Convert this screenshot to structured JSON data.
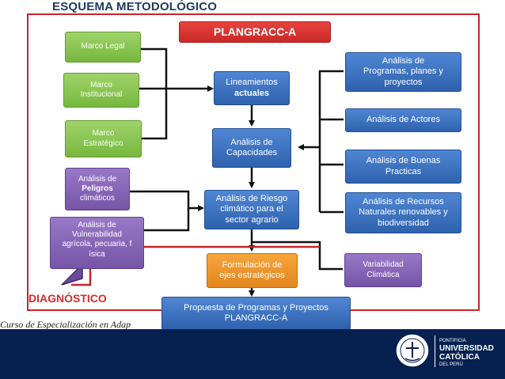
{
  "header": {
    "title": "ESQUEMA METODOLÓGICO"
  },
  "main_box": {
    "label": "PLANGRACC-A"
  },
  "left_boxes": {
    "marco_legal": "Marco Legal",
    "marco_institucional": "Marco\nInstitucional",
    "marco_estrategico": "Marco\nEstratégico",
    "peligros_1": "Análisis de",
    "peligros_2": "Peligros",
    "peligros_3": "climáticos",
    "vulnerabilidad": "Análisis de\nVulnerabilidad\nagrícola, pecuaria, f\nísica"
  },
  "center_boxes": {
    "lineamientos_1": "Lineamientos",
    "lineamientos_2": "actuales",
    "capacidades": "Análisis de\nCapacidades",
    "riesgo": "Análisis de Riesgo\nclimático para el\nsector agrario",
    "formulacion": "Formulación de\nejes  estratégicos",
    "propuesta": "Propuesta de Programas y Proyectos\nPLANGRACC-A"
  },
  "right_boxes": {
    "programas": "Análisis de\nProgramas, planes y\nproyectos",
    "actores": "Análisis de Actores",
    "buenas_practicas": "Análisis de Buenas\nPracticas",
    "recursos": "Análisis  de Recursos\nNaturales renovables y\nbiodiversidad",
    "variabilidad": "Variabilidad\nClimática"
  },
  "labels": {
    "diagnostico": "DIAGNÓSTICO",
    "course": "Curso de Especialización en Adap"
  },
  "footer": {
    "pontificia": "PONTIFICIA",
    "universidad": "UNIVERSIDAD",
    "catolica": "CATÓLICA",
    "del_peru": "DEL PERÚ"
  },
  "colors": {
    "frame": "#c8232c",
    "footer_bg": "#06214f",
    "green": "#76b83e",
    "purple": "#7654a6",
    "blue": "#2f62ad",
    "orange": "#e3861e",
    "title_red": "#c92a27"
  }
}
